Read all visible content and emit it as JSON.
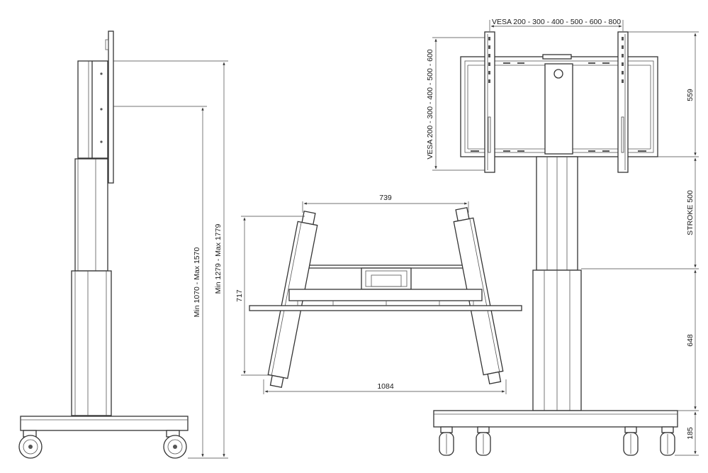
{
  "side_view": {
    "height_total": "Min 1279 - Max 1779",
    "height_center": "Min 1070 - Max 1570"
  },
  "top_view": {
    "top_width": "739",
    "depth": "717",
    "base_width": "1084"
  },
  "front_view": {
    "vesa_horizontal": "VESA 200 - 300 - 400 - 500 - 600 - 800",
    "vesa_vertical": "VESA 200 - 300 - 400 - 500 - 600",
    "dim_bracket": "559",
    "dim_stroke": "STROKE 500",
    "dim_column": "648",
    "dim_base": "185"
  }
}
